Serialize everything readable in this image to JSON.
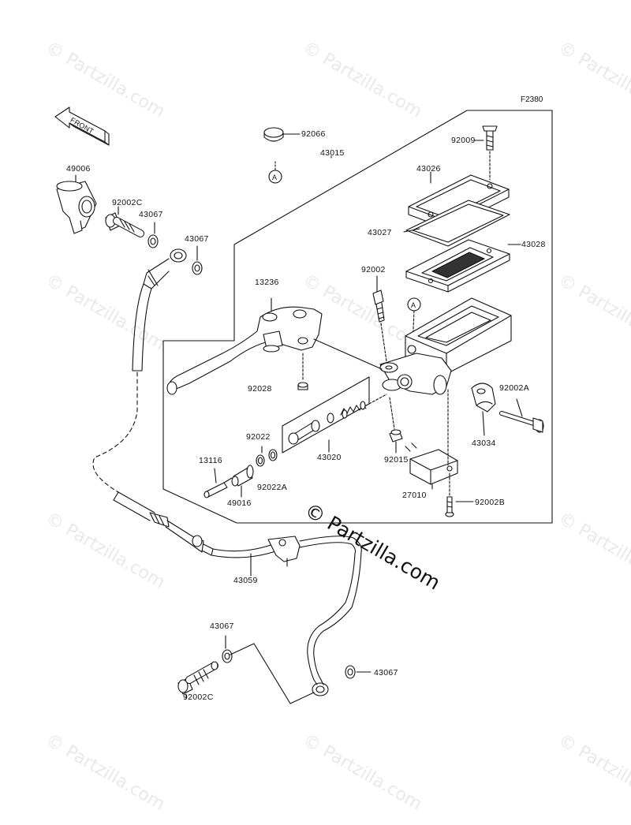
{
  "figure_code": "F2380",
  "front_label": "FRONT",
  "ref_marker": "A",
  "watermark_text": "© Partzilla.com",
  "watermark_main": "© Partzilla.com",
  "parts": [
    {
      "id": "p92066",
      "label": "92066"
    },
    {
      "id": "p43015",
      "label": "43015"
    },
    {
      "id": "p92009",
      "label": "92009"
    },
    {
      "id": "p43026",
      "label": "43026"
    },
    {
      "id": "p43027",
      "label": "43027"
    },
    {
      "id": "p43028",
      "label": "43028"
    },
    {
      "id": "p49006",
      "label": "49006"
    },
    {
      "id": "p92002C_top",
      "label": "92002C"
    },
    {
      "id": "p43067_a",
      "label": "43067"
    },
    {
      "id": "p43067_b",
      "label": "43067"
    },
    {
      "id": "p92002",
      "label": "92002"
    },
    {
      "id": "p13236",
      "label": "13236"
    },
    {
      "id": "p92028",
      "label": "92028"
    },
    {
      "id": "p92002A",
      "label": "92002A"
    },
    {
      "id": "p92022",
      "label": "92022"
    },
    {
      "id": "p13116",
      "label": "13116"
    },
    {
      "id": "p92022A",
      "label": "92022A"
    },
    {
      "id": "p49016",
      "label": "49016"
    },
    {
      "id": "p43020",
      "label": "43020"
    },
    {
      "id": "p92015",
      "label": "92015"
    },
    {
      "id": "p43034",
      "label": "43034"
    },
    {
      "id": "p27010",
      "label": "27010"
    },
    {
      "id": "p92002B",
      "label": "92002B"
    },
    {
      "id": "p43059",
      "label": "43059"
    },
    {
      "id": "p43067_c",
      "label": "43067"
    },
    {
      "id": "p43067_d",
      "label": "43067"
    },
    {
      "id": "p92002C_bot",
      "label": "92002C"
    }
  ]
}
